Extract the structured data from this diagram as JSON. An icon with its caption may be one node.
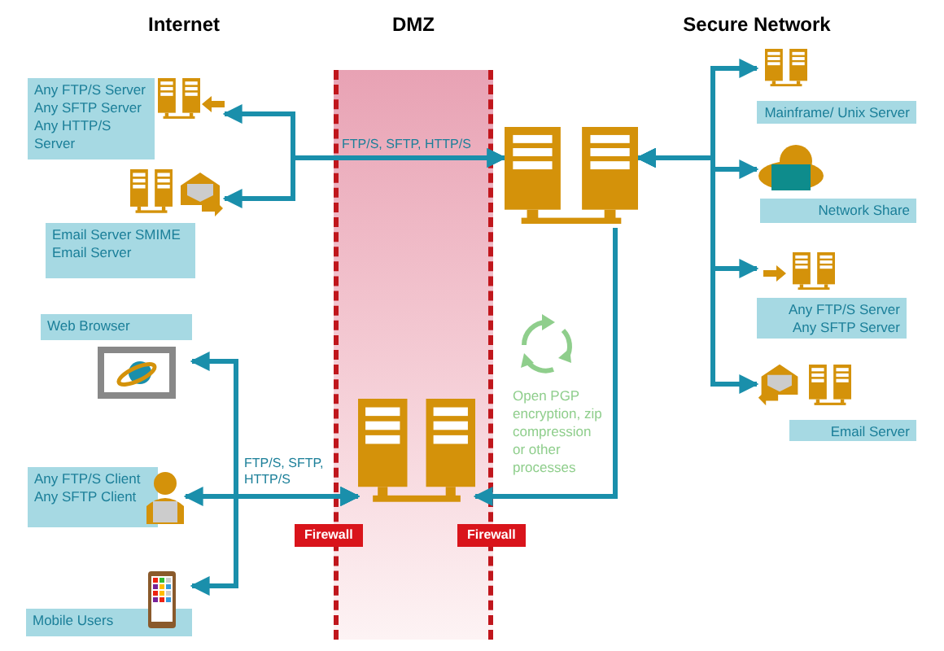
{
  "diagram": {
    "nodes": [
      {
        "text": [
          "Any FTP/S Server Any SFTP Server Any HTTP/S Server"
        ]
      },
      {
        "text": [
          "Email Server SMIME Email Server"
        ]
      },
      {
        "text": [
          "Web Browser"
        ]
      },
      {
        "text": [
          "Any FTP/S Client Any SFTP Client"
        ]
      },
      {
        "text": [
          "Mobile Users"
        ]
      },
      {
        "text": [],
        "shape": "picture"
      },
      {
        "text": [],
        "shape": "picture"
      },
      {
        "text": [
          "Mainframe/ Unix Server"
        ]
      },
      {
        "text": [
          "Network Share"
        ]
      },
      {
        "text": [
          "Any FTP/S Server Any SFTP Server"
        ]
      },
      {
        "text": [
          "Email Server"
        ]
      }
    ],
    "edges": [
      {
        "from": 0,
        "to": 6,
        "arrow": "both",
        "label": "FTP/S, SFTP, HTTP/S"
      },
      {
        "from": 1,
        "to": 6,
        "arrow": "both"
      },
      {
        "from": 6,
        "to": 5,
        "arrow": "to"
      },
      {
        "from": 3,
        "to": 5,
        "arrow": "both",
        "label": "FTP/S, SFTP, HTTP/S"
      },
      {
        "from": 2,
        "to": 5,
        "arrow": "both"
      },
      {
        "from": 4,
        "to": 5,
        "arrow": "both"
      },
      {
        "from": 6,
        "to": 7,
        "arrow": "both"
      },
      {
        "from": 6,
        "to": 8,
        "arrow": "both"
      },
      {
        "from": 6,
        "to": 9,
        "arrow": "both"
      },
      {
        "from": 6,
        "to": 10,
        "arrow": "both"
      }
    ],
    "labels": [
      "Internet",
      "DMZ",
      "Secure Network",
      "Open PGP encryption, zip compression or other processes",
      "Firewall",
      "Firewall"
    ]
  }
}
